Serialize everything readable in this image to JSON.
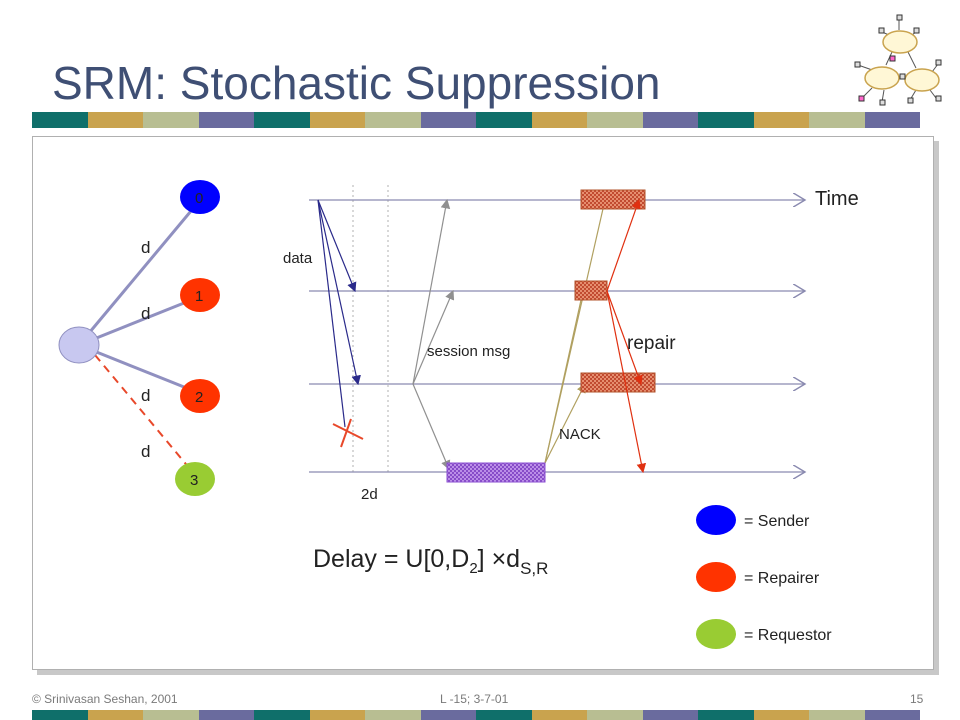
{
  "slide": {
    "title": "SRM: Stochastic Suppression",
    "footer_left": "© Srinivasan Seshan, 2001",
    "footer_center": "L -15; 3-7-01",
    "page_number": "15"
  },
  "colors": {
    "title": "#3f4f74",
    "band": [
      "#0f6f6a",
      "#c9a34e",
      "#b8be92",
      "#6a6b9e"
    ],
    "sender": "#0000ff",
    "repairer": "#ff3300",
    "requestor": "#99cc33",
    "receiver_node": "#c8c8f0",
    "repair_fill": "#c06f45",
    "request_fill": "#9b5bd6",
    "loss_mark": "#e8482a"
  },
  "tree": {
    "nodes": [
      "0",
      "1",
      "2",
      "3"
    ],
    "edge_labels": [
      "d",
      "d",
      "d",
      "d"
    ]
  },
  "timeline": {
    "time_label": "Time",
    "data_label": "data",
    "session_msg_label": "session msg",
    "repair_label": "repair",
    "nack_label": "NACK",
    "two_d_label": "2d"
  },
  "formula": {
    "prefix": "Delay = U[0,D",
    "sub1": "2",
    "mid": "] ",
    "times": "×",
    "d": "d",
    "sub2": "S,R"
  },
  "legend": [
    {
      "label": "= Sender",
      "color": "#0000ff",
      "icon": "sender-dot-icon"
    },
    {
      "label": "= Repairer",
      "color": "#ff3300",
      "icon": "repairer-dot-icon"
    },
    {
      "label": "= Requestor",
      "color": "#99cc33",
      "icon": "requestor-dot-icon"
    }
  ]
}
